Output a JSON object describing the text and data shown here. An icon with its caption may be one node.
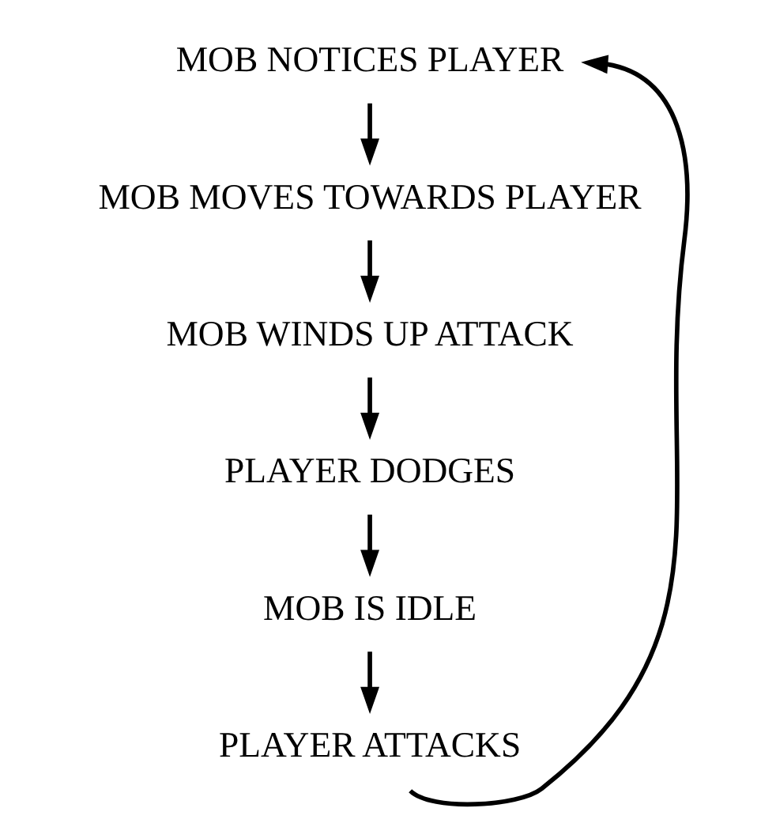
{
  "diagram": {
    "nodes": [
      {
        "text": [
          "MOB NOTICES PLAYER"
        ]
      },
      {
        "text": [
          "MOB MOVES TOWARDS PLAYER"
        ]
      },
      {
        "text": [
          "MOB WINDS UP ATTACK"
        ]
      },
      {
        "text": [
          "PLAYER DODGES"
        ]
      },
      {
        "text": [
          "MOB IS IDLE"
        ]
      },
      {
        "text": [
          "PLAYER ATTACKS"
        ]
      }
    ],
    "edges": [
      {
        "from": 0,
        "to": 1,
        "arrow": "to"
      },
      {
        "from": 1,
        "to": 2,
        "arrow": "to"
      },
      {
        "from": 2,
        "to": 3,
        "arrow": "to"
      },
      {
        "from": 3,
        "to": 4,
        "arrow": "to"
      },
      {
        "from": 4,
        "to": 5,
        "arrow": "to"
      },
      {
        "from": 5,
        "to": 0,
        "arrow": "to"
      }
    ]
  }
}
